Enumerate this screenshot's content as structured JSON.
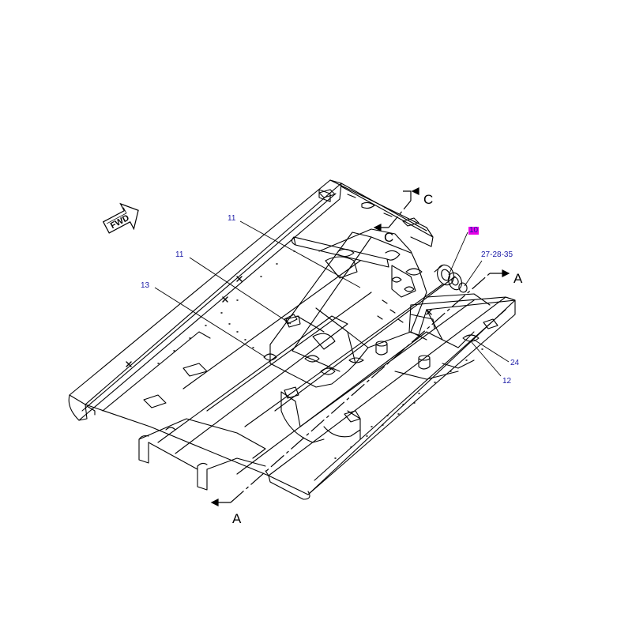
{
  "diagram": {
    "fwd_label": "FWD",
    "section_marks": {
      "a_top": "A",
      "a_bottom": "A",
      "c_top": "C",
      "c_bottom": "C"
    },
    "callouts": {
      "c11_upper": "11",
      "c11_lower": "11",
      "c13": "13",
      "c10": "10",
      "c27": "27-28-35",
      "c24": "24",
      "c12": "12"
    },
    "colors": {
      "line": "#000000",
      "callout_text": "#1a1aa6",
      "highlight": "#e600e6",
      "background": "#ffffff"
    }
  }
}
